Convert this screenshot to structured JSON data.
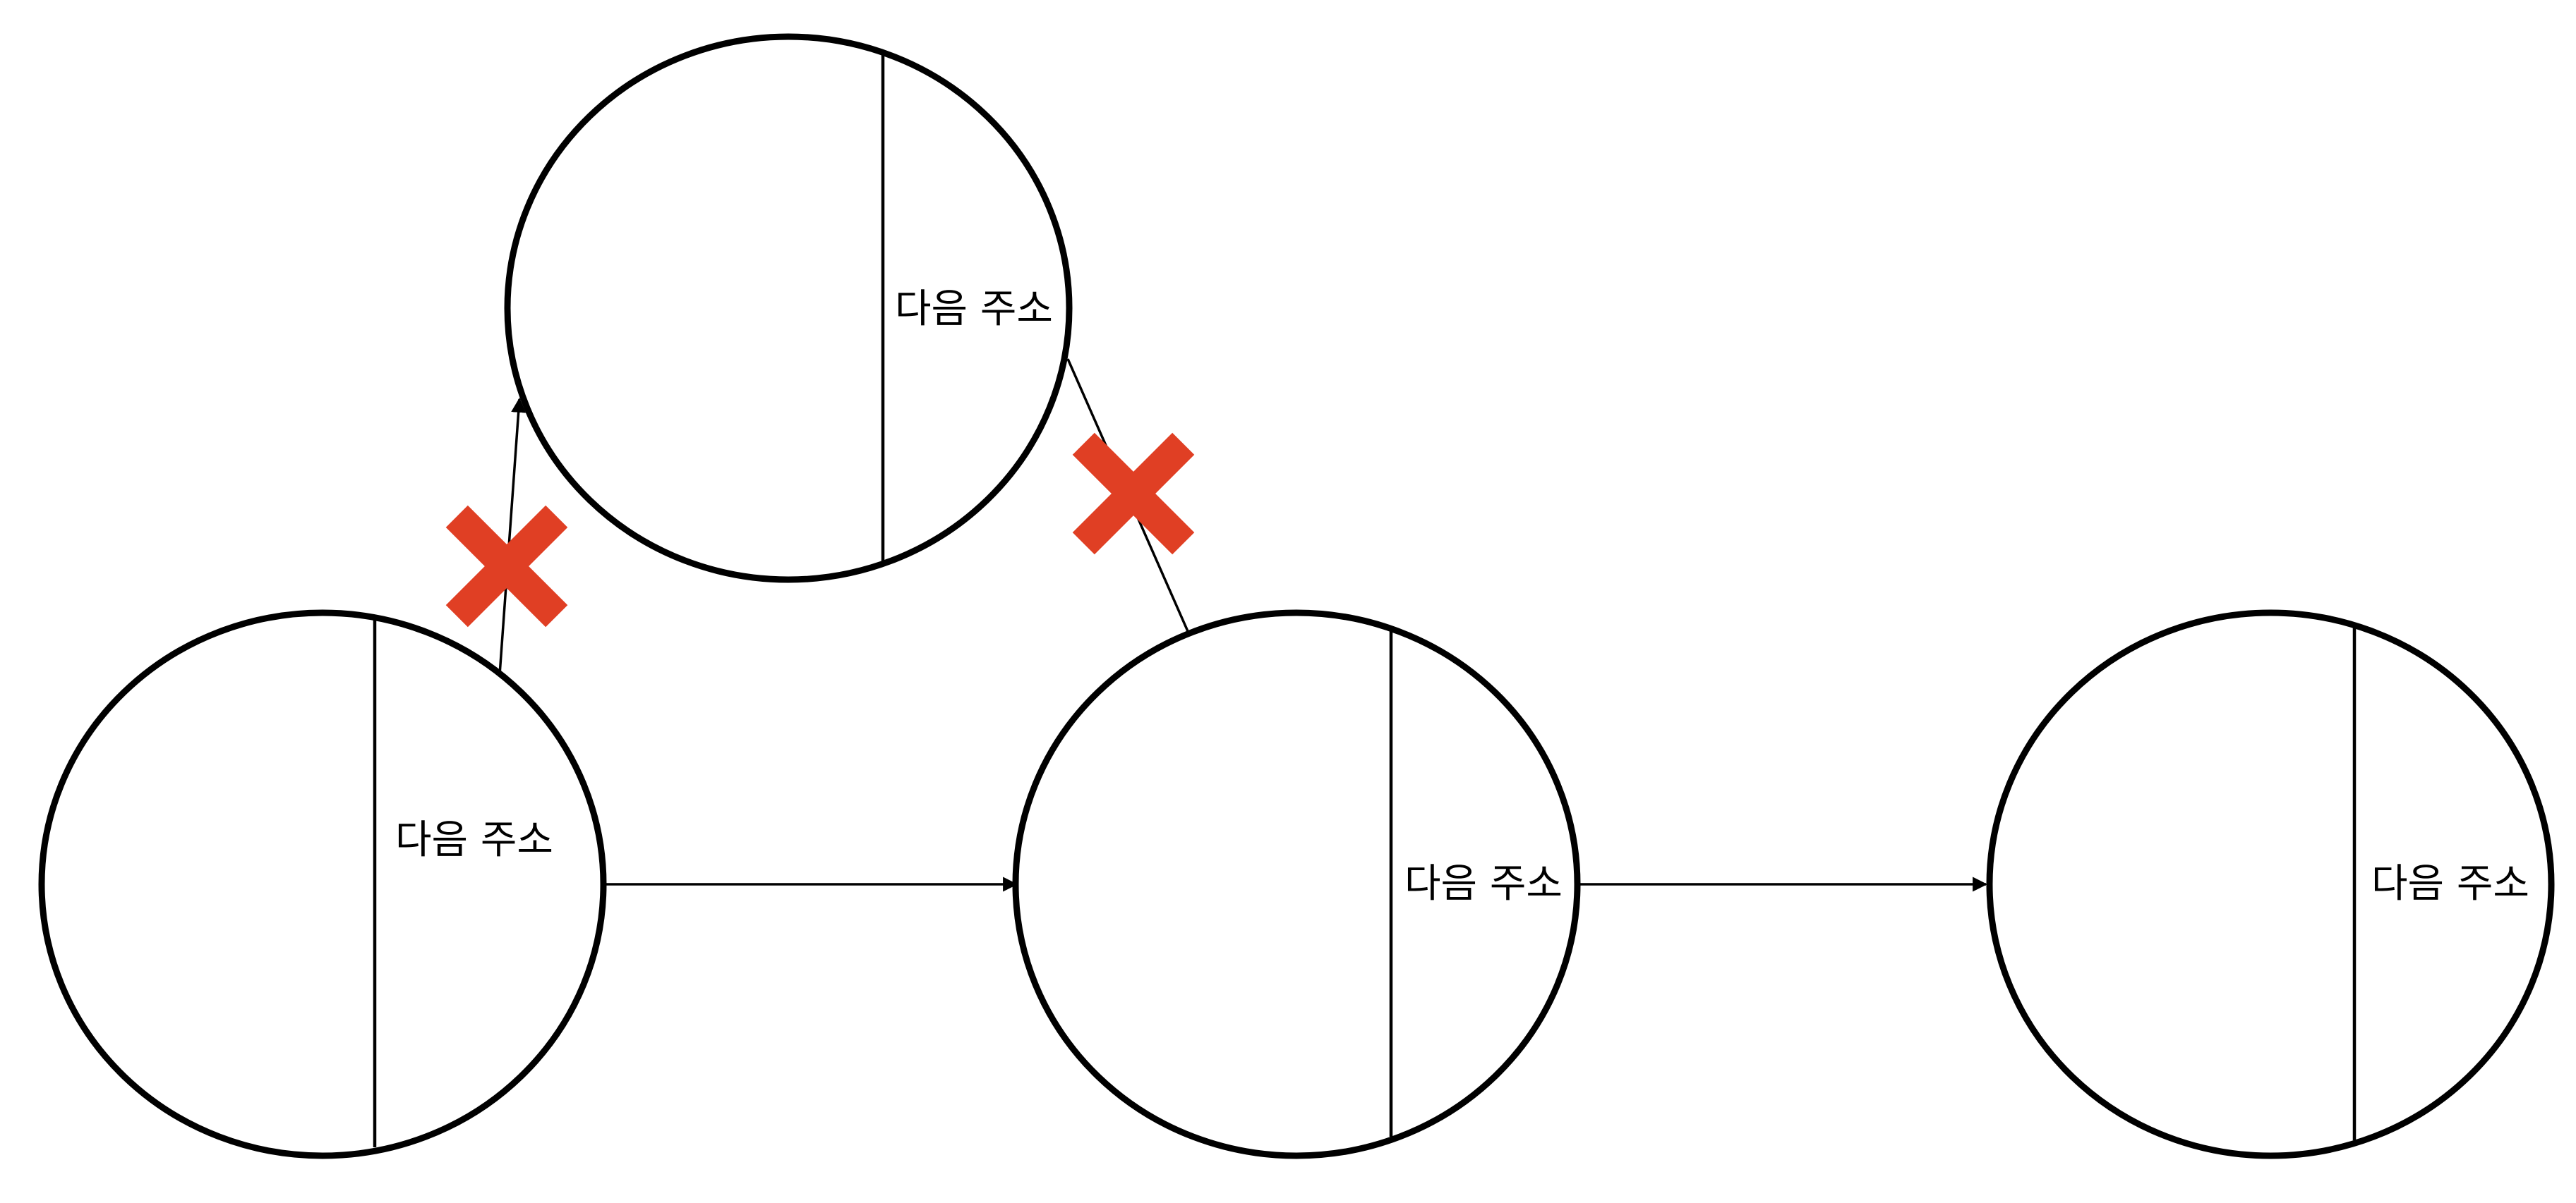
{
  "diagram": {
    "nodes": [
      {
        "id": "node-1",
        "next_label": "다음 주소"
      },
      {
        "id": "node-new",
        "next_label": "다음 주소"
      },
      {
        "id": "node-2",
        "next_label": "다음 주소"
      },
      {
        "id": "node-3",
        "next_label": "다음 주소"
      }
    ],
    "edges": [
      {
        "from": "node-1",
        "to": "node-2",
        "removed": false
      },
      {
        "from": "node-2",
        "to": "node-3",
        "removed": false
      },
      {
        "from": "node-1",
        "to": "node-new",
        "removed": true
      },
      {
        "from": "node-new",
        "to": "node-2",
        "removed": true
      }
    ],
    "colors": {
      "stroke": "#000000",
      "cross": "#e03f24",
      "background": "#ffffff"
    },
    "icons": {
      "removed_marker": "x-mark-icon"
    }
  }
}
